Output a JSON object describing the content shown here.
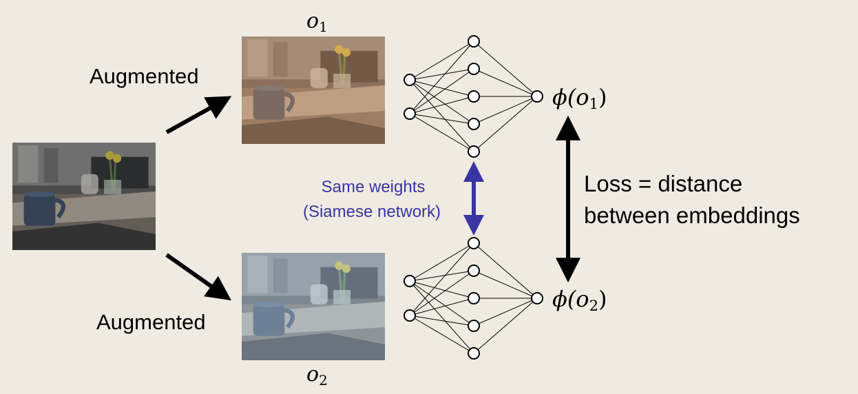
{
  "labels": {
    "augmented_top": "Augmented",
    "augmented_bottom": "Augmented",
    "o1_base": "o",
    "o1_sub": "1",
    "o2_base": "o",
    "o2_sub": "2",
    "phi1_prefix": "ϕ(",
    "phi1_base": "o",
    "phi1_sub": "1",
    "phi1_suffix": ")",
    "phi2_prefix": "ϕ(",
    "phi2_base": "o",
    "phi2_sub": "2",
    "phi2_suffix": ")",
    "same_weights_line1": "Same weights",
    "same_weights_line2": "(Siamese network)",
    "loss_line1": "Loss = distance",
    "loss_line2": "between embeddings"
  },
  "colors": {
    "background": "#efebe3",
    "arrow": "#000000",
    "siamese_accent": "#3a35a0",
    "node_stroke": "#000000",
    "node_fill": "#ffffff",
    "top_photo_tint": "#c8936b",
    "bottom_photo_tint": "#a9c4dd"
  },
  "icons": {
    "photo": "mug-on-table-photo"
  }
}
